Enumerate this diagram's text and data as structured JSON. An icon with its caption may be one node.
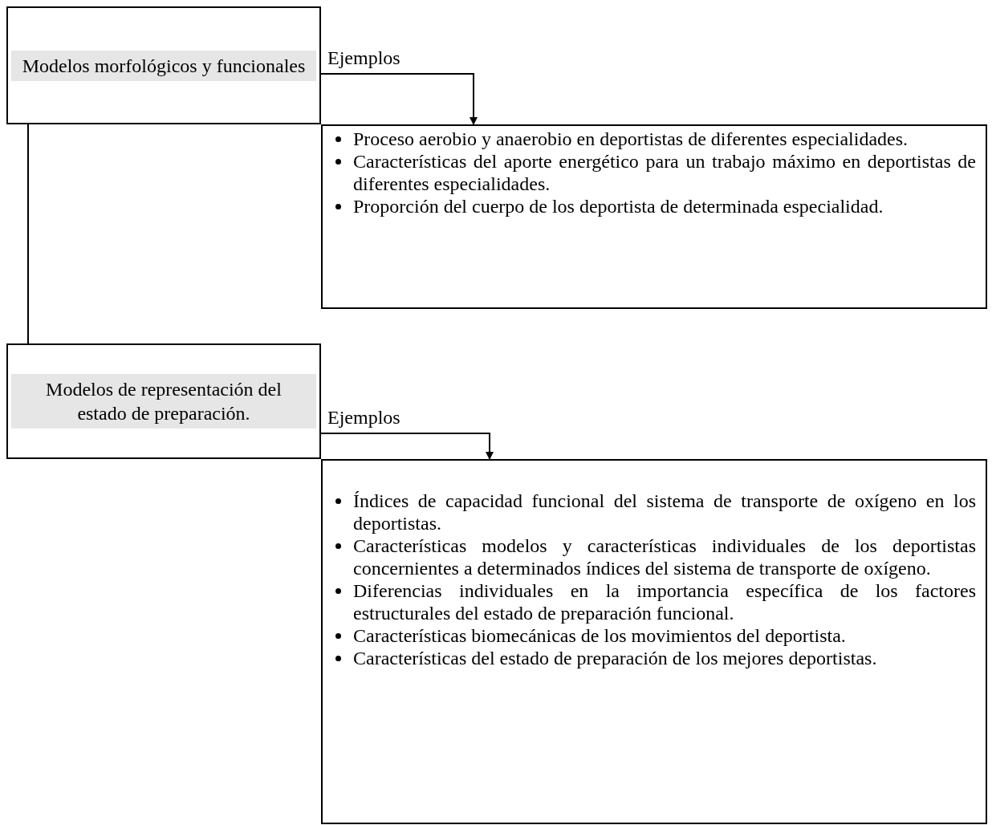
{
  "diagram": {
    "nodes": [
      {
        "text": [
          "Modelos morfológicos y funcionales"
        ]
      },
      {
        "text": [
          "Proceso aerobio y anaerobio en deportistas de diferentes especialidades.",
          "Características del aporte energético  para un trabajo máximo en deportistas de diferentes especialidades.",
          "Proporción del cuerpo de los deportista de determinada especialidad."
        ]
      },
      {
        "text": [
          "Modelos de representación del estado de preparación."
        ]
      },
      {
        "text": [
          "Índices  de capacidad funcional del sistema de transporte de oxígeno en los deportistas.",
          "Características modelos y características individuales de los deportistas concernientes a determinados índices del sistema de transporte de oxígeno.",
          "Diferencias individuales en la importancia específica de los factores estructurales del estado de preparación funcional.",
          "Características biomecánicas de los movimientos del deportista.",
          "Características del estado de preparación de los mejores deportistas."
        ]
      }
    ],
    "edges": [
      {
        "from": 0,
        "to": 1,
        "arrow": "to",
        "label": "Ejemplos"
      },
      {
        "from": 0,
        "to": 2,
        "arrow": "none"
      },
      {
        "from": 2,
        "to": 3,
        "arrow": "to",
        "label": "Ejemplos"
      }
    ]
  }
}
